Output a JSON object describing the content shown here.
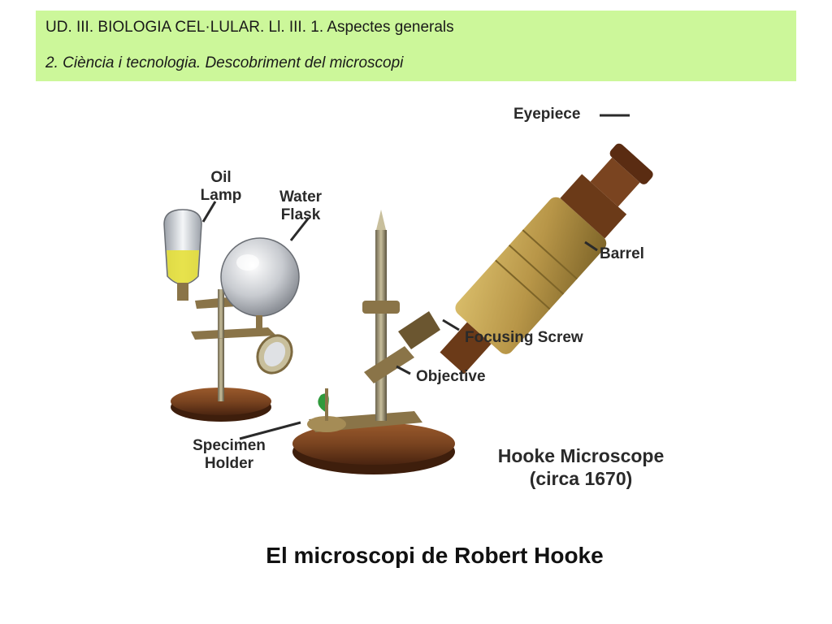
{
  "header": {
    "line1": "UD. III. BIOLOGIA CEL·LULAR. Ll. III. 1. Aspectes generals",
    "line2": "2. Ciència i tecnologia. Descobriment del microscopi"
  },
  "figure": {
    "labels": {
      "eyepiece": "Eyepiece",
      "oil_lamp_1": "Oil",
      "oil_lamp_2": "Lamp",
      "water_flask_1": "Water",
      "water_flask_2": "Flask",
      "barrel": "Barrel",
      "focusing_screw": "Focusing Screw",
      "objective": "Objective",
      "specimen_holder_1": "Specimen",
      "specimen_holder_2": "Holder"
    },
    "title_line1": "Hooke Microscope",
    "title_line2": "(circa 1670)"
  },
  "caption": "El microscopi de Robert Hooke",
  "colors": {
    "header_band": "#ccf79a",
    "wood": "#7a4420",
    "brass_barrel": "#b89648",
    "flask_glass": "#c8cbd0",
    "lamp_oil": "#e6e03a",
    "leaf": "#2f9a3c"
  }
}
